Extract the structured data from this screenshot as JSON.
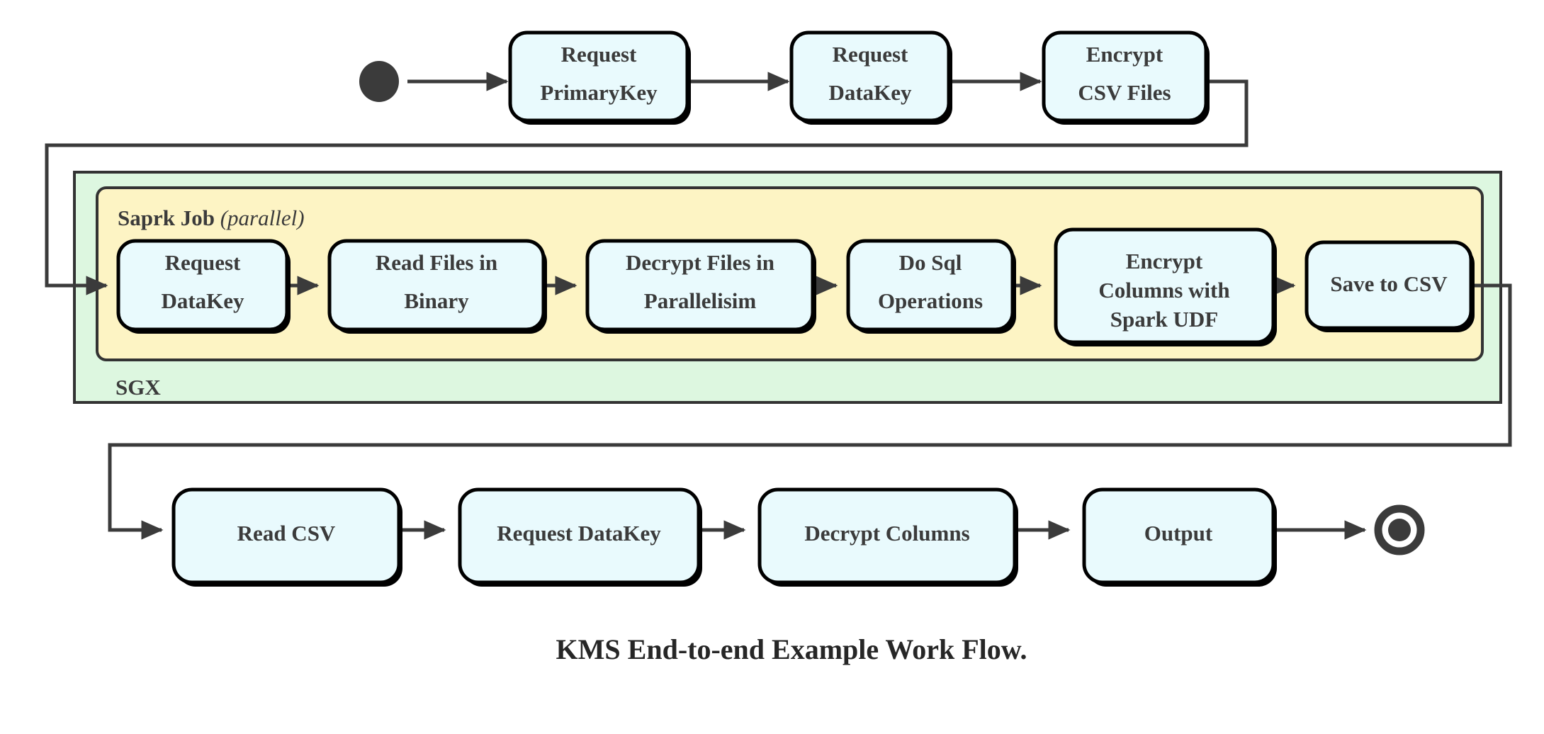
{
  "figure": {
    "caption": "KMS End-to-end Example Work Flow.",
    "colors": {
      "node_fill": "#e9fafd",
      "node_stroke": "#000000",
      "sgx_fill": "#ddf7e0",
      "spark_fill": "#fdf4c4",
      "line": "#3b3b3b",
      "text": "#3b3b3b",
      "background": "#ffffff"
    }
  },
  "containers": {
    "sgx": {
      "label": "SGX"
    },
    "spark": {
      "label_bold": "Saprk Job",
      "label_italic": "(parallel)"
    }
  },
  "markers": {
    "start_node": "start-node",
    "end_node": "end-node"
  },
  "rows": {
    "top": [
      {
        "id": "request-primarykey",
        "line1": "Request",
        "line2": "PrimaryKey"
      },
      {
        "id": "request-datakey-top",
        "line1": "Request",
        "line2": "DataKey"
      },
      {
        "id": "encrypt-csv-files",
        "line1": "Encrypt",
        "line2": "CSV Files"
      }
    ],
    "middle": [
      {
        "id": "request-datakey-spark",
        "line1": "Request",
        "line2": "DataKey",
        "line3": ""
      },
      {
        "id": "read-files-in-binary",
        "line1": "Read Files in",
        "line2": "Binary",
        "line3": ""
      },
      {
        "id": "decrypt-files-in-parallelisim",
        "line1": "Decrypt Files in",
        "line2": "Parallelisim",
        "line3": ""
      },
      {
        "id": "do-sql-operations",
        "line1": "Do Sql",
        "line2": "Operations",
        "line3": ""
      },
      {
        "id": "encrypt-columns-with-spark-udf",
        "line1": "Encrypt",
        "line2": "Columns with",
        "line3": "Spark UDF"
      },
      {
        "id": "save-to-csv",
        "line1": "Save to CSV",
        "line2": "",
        "line3": ""
      }
    ],
    "bottom": [
      {
        "id": "read-csv",
        "line1": "Read CSV"
      },
      {
        "id": "request-datakey-bottom",
        "line1": "Request DataKey"
      },
      {
        "id": "decrypt-columns",
        "line1": "Decrypt Columns"
      },
      {
        "id": "output",
        "line1": "Output"
      }
    ]
  }
}
